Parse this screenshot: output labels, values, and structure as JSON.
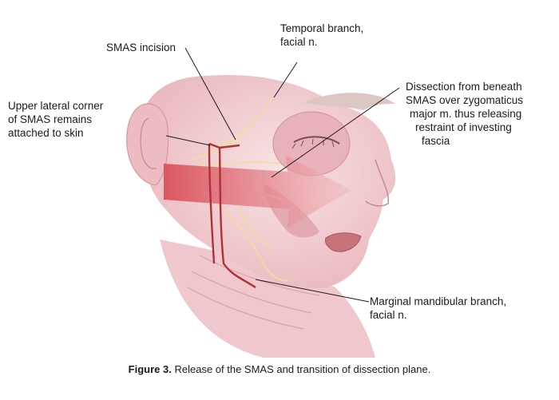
{
  "labels": {
    "temporal_branch": [
      "Temporal branch,",
      "facial n."
    ],
    "smas_incision": "SMAS incision",
    "upper_lateral_corner": [
      "Upper lateral corner",
      "of SMAS remains",
      "attached to skin"
    ],
    "dissection": [
      "Dissection from beneath",
      "SMAS over zygomaticus",
      "major m. thus releasing",
      "restraint of investing",
      "fascia"
    ],
    "marginal_mandibular": [
      "Marginal mandibular branch,",
      "facial n."
    ]
  },
  "caption": {
    "prefix": "Figure 3.",
    "text": " Release of the SMAS and transition of dissection plane."
  },
  "colors": {
    "skin": "#f3d2d6",
    "skin_shadow": "#e6a9b0",
    "muscle": "#e7b3bb",
    "incision": "#b0303a",
    "nerve": "#f1e39a",
    "arrow": "#d86a72"
  }
}
